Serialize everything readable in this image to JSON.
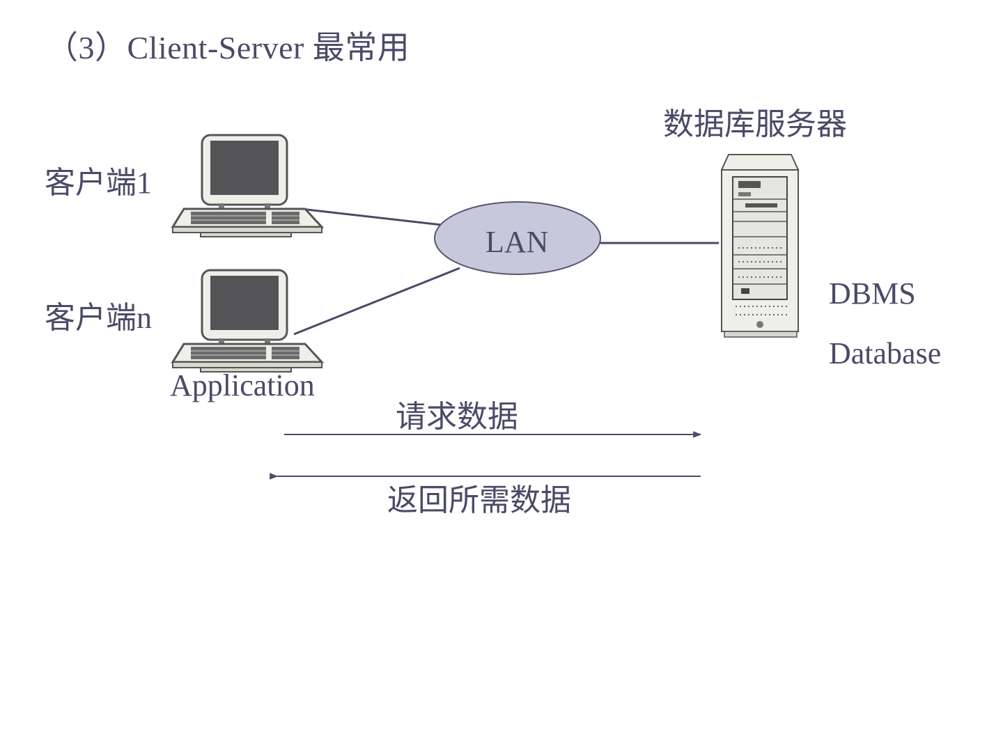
{
  "title": "（3）Client-Server  最常用",
  "clients": [
    {
      "label": "客户端1",
      "icon": "desktop-computer-icon"
    },
    {
      "label": "客户端n",
      "icon": "desktop-computer-icon"
    }
  ],
  "client_role": "Application",
  "network": {
    "label": "LAN",
    "fill": "#c8c8dc",
    "stroke": "#55556e"
  },
  "server": {
    "title": "数据库服务器",
    "icon": "server-tower-icon",
    "labels": [
      "DBMS",
      "Database"
    ]
  },
  "flows": [
    {
      "label": "请求数据",
      "direction": "client-to-server"
    },
    {
      "label": "返回所需数据",
      "direction": "server-to-client"
    }
  ],
  "colors": {
    "text": "#4a4a68",
    "line": "#4a4a68"
  }
}
